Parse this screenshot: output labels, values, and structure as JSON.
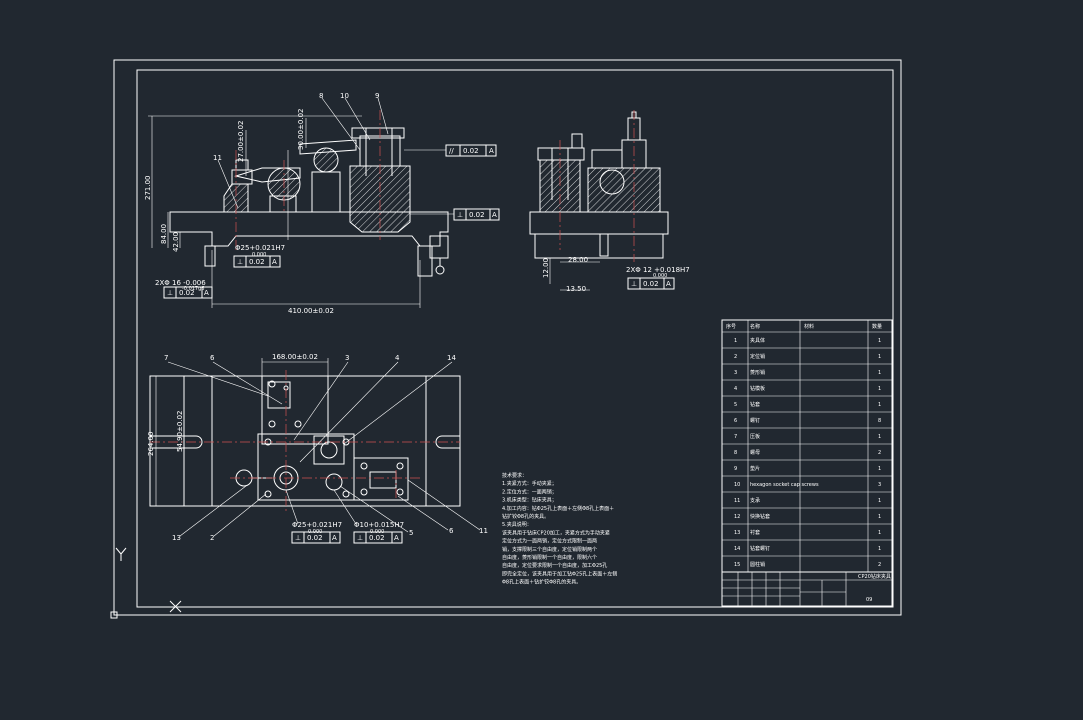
{
  "colors": {
    "background": "#212830",
    "line": "#ffffff",
    "centerline": "#d05050"
  },
  "front_view": {
    "callouts": [
      "8",
      "10",
      "9",
      "11"
    ],
    "dims": {
      "overall_height": "271.00",
      "d1": "84.00",
      "d2": "42.00",
      "d3": "27.00±0.02",
      "d4": "30.00±0.02",
      "base_length": "410.00±0.02",
      "bore": "Φ25+0.021H7",
      "bore_dev": "0.000",
      "pin": "2XΦ 16 -0.006",
      "pin_dev": "-0.017g6"
    },
    "tolerances": {
      "parallel": {
        "symbol": "//",
        "value": "0.02",
        "datum": "A"
      },
      "perp_top": {
        "symbol": "⊥",
        "value": "0.02",
        "datum": "A"
      },
      "perp_bore": {
        "symbol": "⊥",
        "value": "0.02",
        "datum": "A"
      },
      "perp_pin": {
        "symbol": "⊥",
        "value": "0.02",
        "datum": "A"
      }
    }
  },
  "side_view": {
    "dims": {
      "h": "12.00",
      "w1": "28.00",
      "w2": "13.50",
      "holes": "2XΦ 12 +0.018H7",
      "holes_dev": "0.000"
    },
    "tolerance": {
      "symbol": "⊥",
      "value": "0.02",
      "datum": "A"
    }
  },
  "top_view": {
    "callouts_top": [
      "7",
      "6",
      "3",
      "4",
      "14"
    ],
    "callouts_bottom": [
      "13",
      "2",
      "5",
      "6",
      "11"
    ],
    "dims": {
      "width": "168.00±0.02",
      "height": "264.00",
      "offset": "54.90±0.02",
      "bore1": "Φ25+0.021H7",
      "bore1_dev": "0.000",
      "bore2": "Φ10+0.015H7",
      "bore2_dev": "0.000"
    },
    "tolerances": [
      {
        "symbol": "⊥",
        "value": "0.02",
        "datum": "A"
      },
      {
        "symbol": "⊥",
        "value": "0.02",
        "datum": "A"
      }
    ]
  },
  "notes": [
    "技术要求：",
    "1.夹紧方式：手动夹紧；",
    "2.定位方式：一面两销；",
    "3.机床类型：钻床夹具；",
    "4.加工内容：钻Φ25孔上表面＋左侧Φ8孔上表面＋",
    "钻扩铰Φ8孔的夹具。",
    "5.夹具说明：",
    "该夹具用于钻床CP20加工，夹紧方式为手动夹紧",
    "定位方式为一面两销，定位方式限制一面两",
    "销，支撑限制三个自由度，定位销限制两个",
    "自由度，菱形销限制一个自由度，限制六个",
    "自由度，定位要求限制一个自由度，加工Φ25孔",
    "即完全定位，该夹具用于加工钻Φ25孔上表面＋左侧",
    "Φ8孔上表面＋钻扩铰Φ8孔的夹具。"
  ],
  "bom": {
    "headers": [
      "序号",
      "名称",
      "材料",
      "数量"
    ],
    "rows": [
      [
        "1",
        "夹具体",
        "",
        "1"
      ],
      [
        "2",
        "定位销",
        "",
        "1"
      ],
      [
        "3",
        "菱形销",
        "",
        "1"
      ],
      [
        "4",
        "钻模板",
        "",
        "1"
      ],
      [
        "5",
        "钻套",
        "",
        "1"
      ],
      [
        "6",
        "螺钉",
        "",
        "8"
      ],
      [
        "7",
        "压板",
        "",
        "1"
      ],
      [
        "8",
        "螺母",
        "",
        "2"
      ],
      [
        "9",
        "垫片",
        "",
        "1"
      ],
      [
        "10",
        "hexagon socket cap screws",
        "",
        "3"
      ],
      [
        "11",
        "支承",
        "",
        "1"
      ],
      [
        "12",
        "快换钻套",
        "",
        "1"
      ],
      [
        "13",
        "衬套",
        "",
        "1"
      ],
      [
        "14",
        "钻套螺钉",
        "",
        "1"
      ],
      [
        "15",
        "圆柱销",
        "",
        "2"
      ]
    ]
  },
  "title_block": {
    "name": "CP20钻床夹具",
    "sheet": "09"
  },
  "ucs": {
    "x_label": "X",
    "y_label": "Y"
  }
}
